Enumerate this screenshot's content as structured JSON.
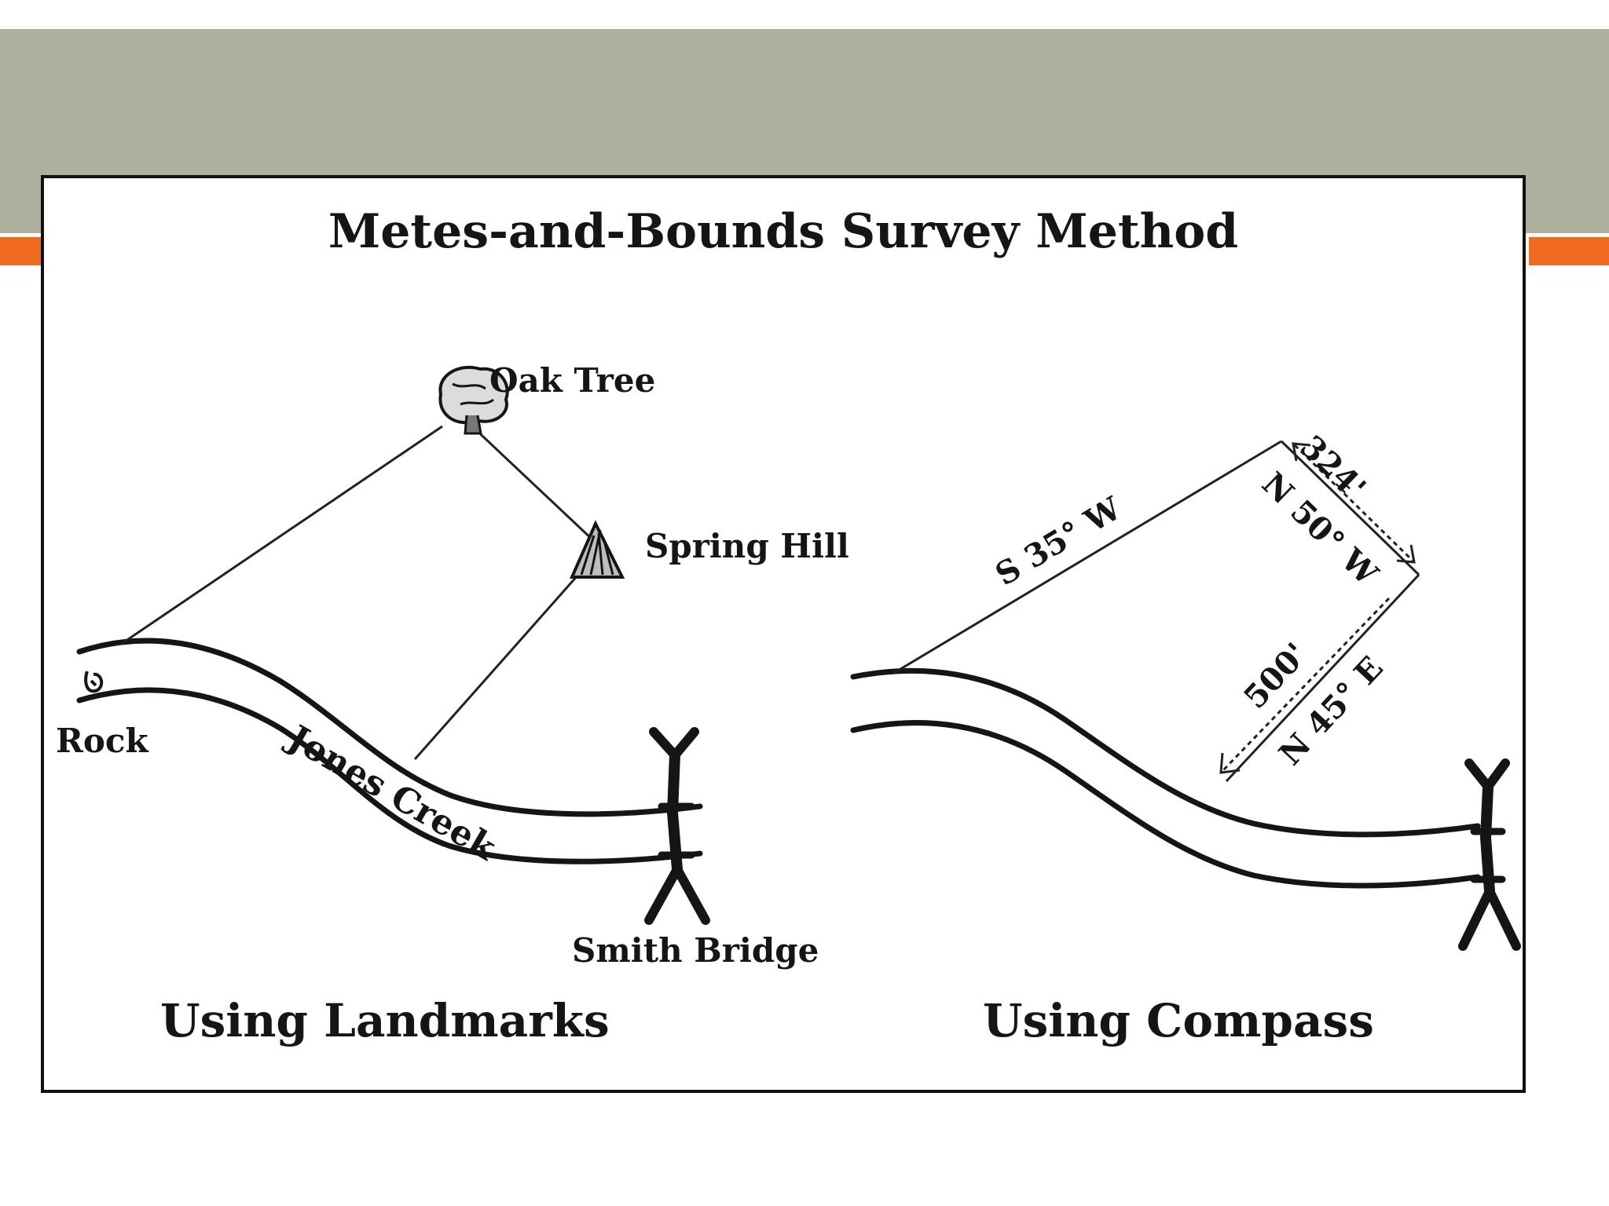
{
  "diagram": {
    "title": "Metes-and-Bounds Survey Method",
    "landmarks_panel": {
      "caption": "Using Landmarks",
      "labels": {
        "oak_tree": "Oak Tree",
        "spring_hill": "Spring Hill",
        "rock": "Rock",
        "creek": "Jones Creek",
        "bridge": "Smith Bridge"
      }
    },
    "compass_panel": {
      "caption": "Using Compass",
      "labels": {
        "bearing_1": "S 35° W",
        "bearing_2": "N 50° W",
        "bearing_3": "N 45° E",
        "distance_1": "324'",
        "distance_2": "500'"
      }
    }
  },
  "colors": {
    "header_band": "#adb09d",
    "accent": "#ef6a1f",
    "ink": "#151515"
  }
}
